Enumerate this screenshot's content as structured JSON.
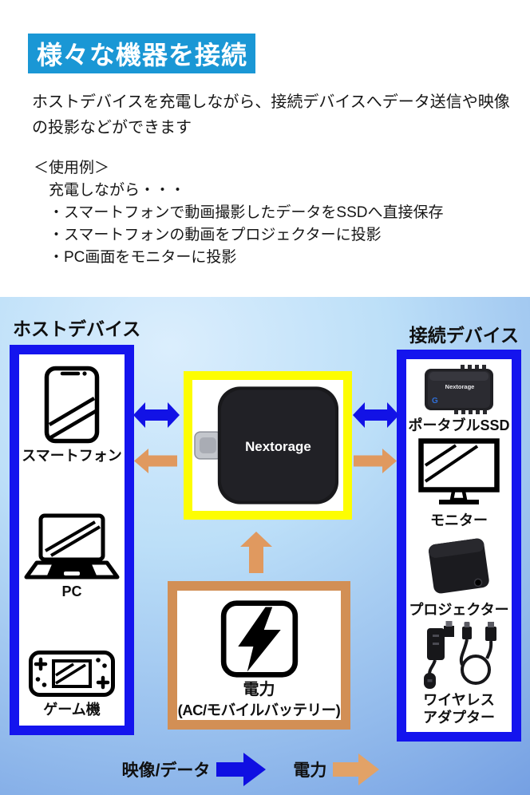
{
  "header": {
    "title": "様々な機器を接続"
  },
  "intro": {
    "text": "ホストデバイスを充電しながら、接続デバイスへデータ送信や映像の投影などができます"
  },
  "usage": {
    "heading": "＜使用例＞",
    "intro": "充電しながら・・・",
    "items": [
      "・スマートフォンで動画撮影したデータをSSDへ直接保存",
      "・スマートフォンの動画をプロジェクターに投影",
      "・PC画面をモニターに投影"
    ]
  },
  "diagram": {
    "host_section": {
      "title": "ホストデバイス",
      "devices": [
        {
          "label": "スマートフォン",
          "icon": "smartphone-icon"
        },
        {
          "label": "PC",
          "icon": "laptop-icon"
        },
        {
          "label": "ゲーム機",
          "icon": "game-console-icon"
        }
      ]
    },
    "connect_section": {
      "title": "接続デバイス",
      "devices": [
        {
          "label": "ポータブルSSD",
          "icon": "portable-ssd-icon"
        },
        {
          "label": "モニター",
          "icon": "monitor-icon"
        },
        {
          "label": "プロジェクター",
          "icon": "projector-icon"
        },
        {
          "label": "ワイヤレス",
          "label2": "アダプター",
          "icon": "wireless-adapter-icon"
        }
      ]
    },
    "hub": {
      "brand": "Nextorage"
    },
    "ssd": {
      "brand": "Nextorage",
      "logo_letter": "G"
    },
    "power": {
      "label": "電力",
      "sublabel": "(AC/モバイルバッテリー)"
    },
    "legend": {
      "data_label": "映像/データ",
      "power_label": "電力"
    }
  },
  "colors": {
    "header_blue": "#1a97d5",
    "device_border_blue": "#1414ee",
    "arrow_blue": "#1212e6",
    "hub_border_yellow": "#fdfd02",
    "power_border_orange": "#d28f55",
    "arrow_orange": "#e0995f",
    "background_light_blue": "#dbeefd",
    "background_dark_blue": "#6793de"
  }
}
